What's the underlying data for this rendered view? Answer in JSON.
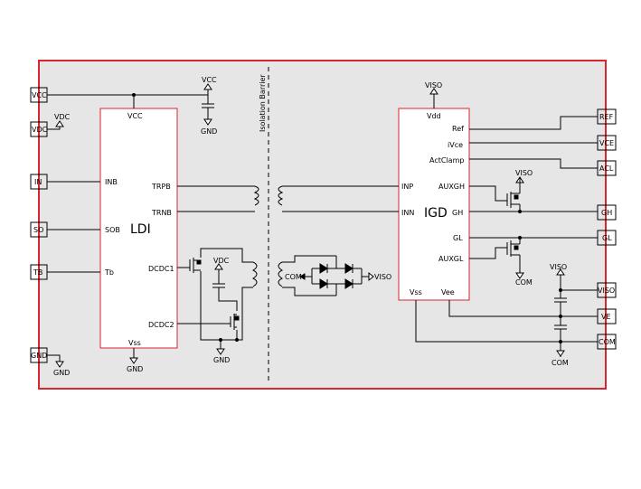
{
  "colors": {
    "frame": "#d9262e",
    "fill": "#e6e6e6",
    "chip_border": "#d9262e",
    "wire": "#000000"
  },
  "barrier_label": "Isolation Barrier",
  "ldi": {
    "name": "LDI",
    "pins": {
      "vcc": "VCC",
      "inb": "INB",
      "sob": "SOB",
      "tb": "Tb",
      "trpb": "TRPB",
      "trnb": "TRNB",
      "dcdc1": "DCDC1",
      "dcdc2": "DCDC2",
      "vss": "Vss"
    }
  },
  "igd": {
    "name": "IGD",
    "pins": {
      "vdd": "Vdd",
      "ref": "Ref",
      "ivce": "iVce",
      "actclamp": "ActClamp",
      "inp": "INP",
      "auxgh": "AUXGH",
      "inn": "INN",
      "gh": "GH",
      "gl": "GL",
      "auxgl": "AUXGL",
      "vss": "Vss",
      "vee": "Vee"
    }
  },
  "ports_left": {
    "vcc": "VCC",
    "vdc": "VDC",
    "in": "IN",
    "so": "SO",
    "tb": "TB",
    "gnd": "GND"
  },
  "ports_right": {
    "ref": "REF",
    "vce": "VCE",
    "acl": "ACL",
    "gh": "GH",
    "gl": "GL",
    "viso": "VISO",
    "ve": "VE",
    "com": "COM"
  },
  "rails": {
    "vcc_top": "VCC",
    "gnd_cap": "GND",
    "vdc_left": "VDC",
    "gnd_port": "GND",
    "gnd_ldi": "GND",
    "vdc_mid": "VDC",
    "gnd_mid": "GND",
    "com_mid": "COM",
    "viso_mid": "VISO",
    "viso_top": "VISO",
    "viso_auxgh": "VISO",
    "com_auxgl": "COM",
    "viso_right": "VISO",
    "com_right": "COM"
  }
}
